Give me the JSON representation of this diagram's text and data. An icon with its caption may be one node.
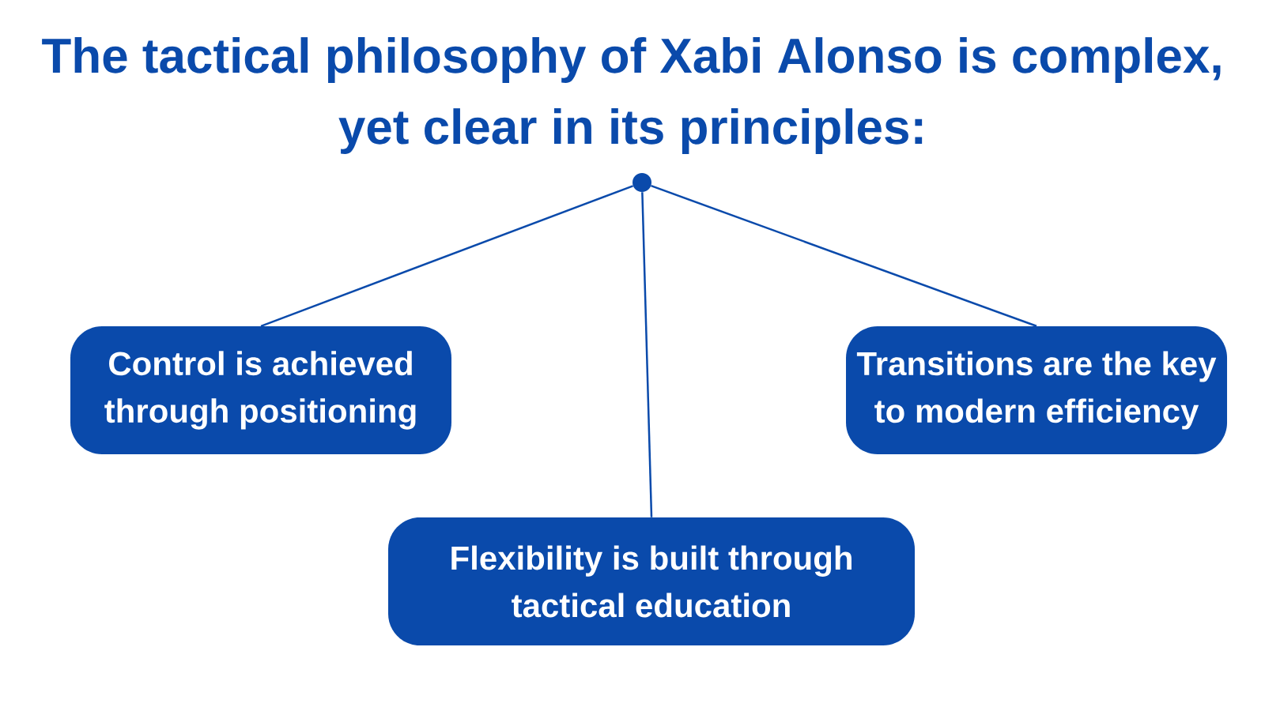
{
  "diagram": {
    "title": "The tactical philosophy of Xabi Alonso is complex, yet clear in its principles:",
    "nodes": [
      {
        "text": [],
        "shape": "circle"
      },
      {
        "text": [
          "Control is achieved through positioning"
        ]
      },
      {
        "text": [
          "Transitions are the key to modern efficiency"
        ]
      },
      {
        "text": [
          "Flexibility is built through tactical education"
        ]
      }
    ],
    "edges": [
      {
        "from": 0,
        "to": 1,
        "arrow": "none"
      },
      {
        "from": 0,
        "to": 3,
        "arrow": "none"
      },
      {
        "from": 0,
        "to": 2,
        "arrow": "none"
      }
    ]
  }
}
